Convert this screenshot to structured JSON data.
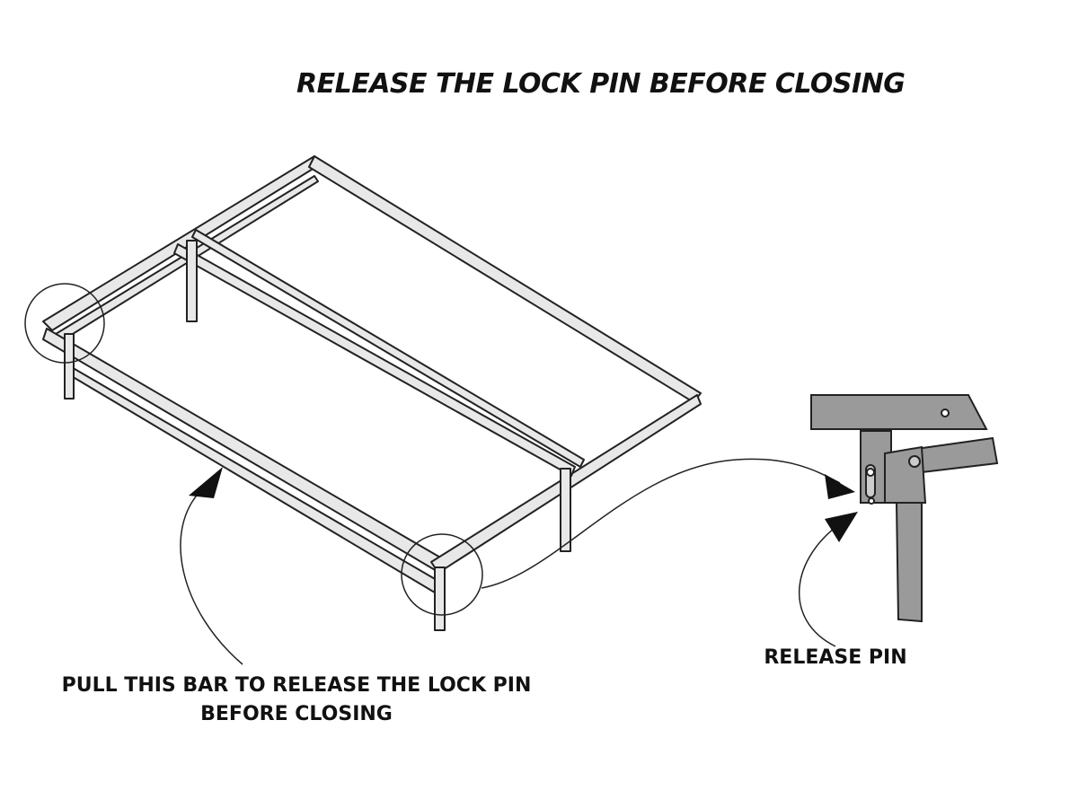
{
  "title": "RELEASE THE LOCK PIN BEFORE CLOSING",
  "callouts": {
    "pull_bar_line1": "PULL THIS BAR TO RELEASE THE LOCK PIN",
    "pull_bar_line2": "BEFORE CLOSING",
    "release_pin": "RELEASE PIN"
  },
  "colors": {
    "line": "#222222",
    "frame_fill": "#e6e6e6",
    "detail_fill": "#9a9a9a"
  }
}
